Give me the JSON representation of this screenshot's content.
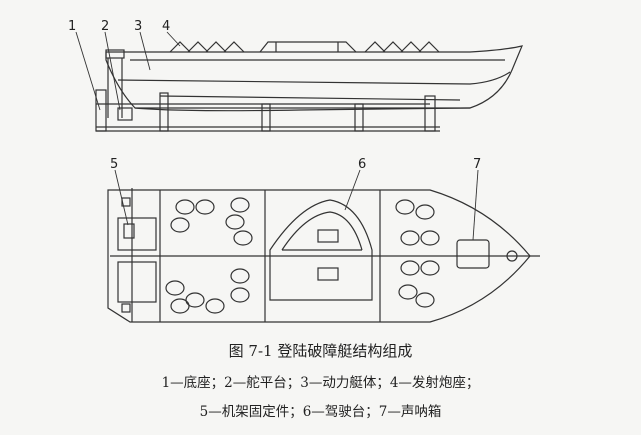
{
  "figure": {
    "title": "图 7-1   登陆破障艇结构组成",
    "legend_line1": "1—底座；2—舵平台；3—动力艇体；4—发射炮座；",
    "legend_line2": "5—机架固定件；6—驾驶台；7—声呐箱"
  },
  "callouts": [
    {
      "id": "1",
      "label": "1"
    },
    {
      "id": "2",
      "label": "2"
    },
    {
      "id": "3",
      "label": "3"
    },
    {
      "id": "4",
      "label": "4"
    },
    {
      "id": "5",
      "label": "5"
    },
    {
      "id": "6",
      "label": "6"
    },
    {
      "id": "7",
      "label": "7"
    }
  ],
  "colors": {
    "line": "#333333",
    "background": "#f6f6f4"
  }
}
